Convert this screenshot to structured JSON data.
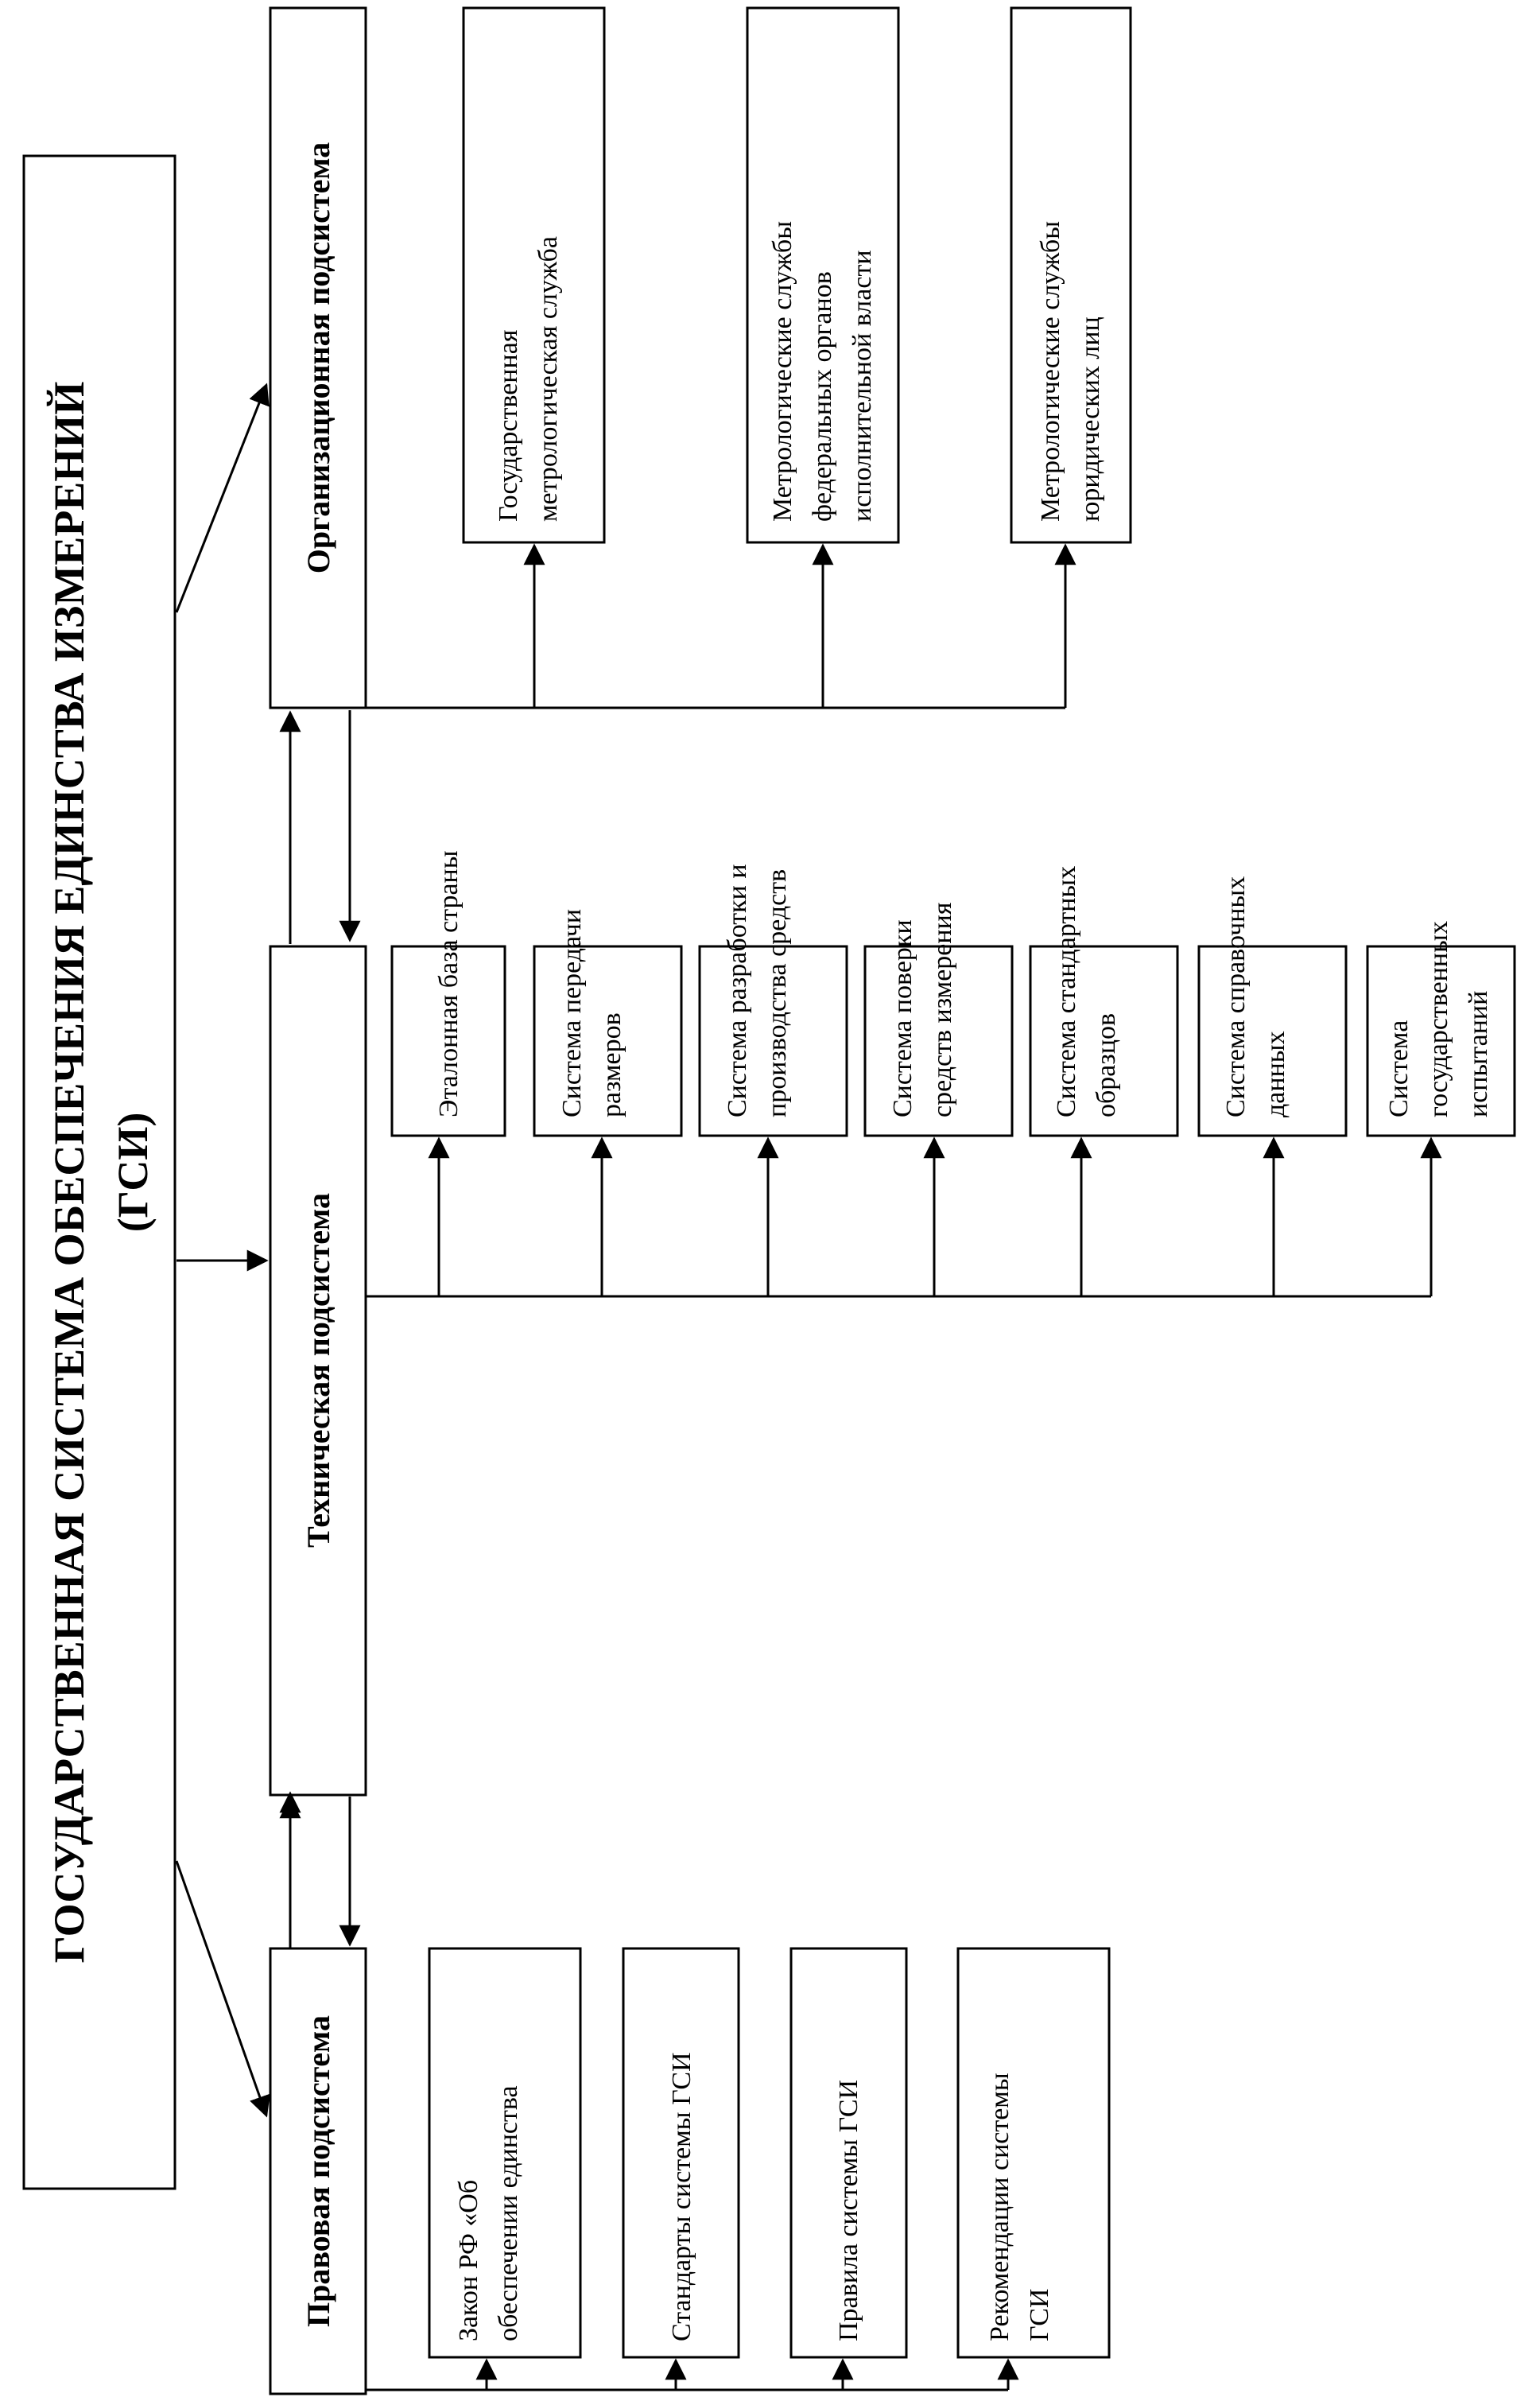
{
  "title": {
    "line1": "ГОСУДАРСТВЕННАЯ СИСТЕМА ОБЕСПЕЧЕНИЯ ЕДИНСТВА  ИЗМЕРЕНИЙ",
    "line2": "(ГСИ)"
  },
  "subsystems": {
    "legal": {
      "label": "Правовая подсистема",
      "items": [
        [
          "Закон РФ «Об",
          "обеспечении единства"
        ],
        [
          "Стандарты системы ГСИ"
        ],
        [
          "Правила системы ГСИ"
        ],
        [
          "Рекомендации системы",
          "ГСИ"
        ]
      ]
    },
    "technical": {
      "label": "Техническая подсистема",
      "items": [
        [
          "Эталонная база страны"
        ],
        [
          "Система передачи",
          "размеров"
        ],
        [
          "Система разработки  и",
          "производства средств"
        ],
        [
          "Система поверки",
          "средств измерения"
        ],
        [
          "Система стандартных",
          "образцов"
        ],
        [
          "Система справочных",
          "данных"
        ],
        [
          "Система",
          "государственных",
          "испытаний"
        ]
      ]
    },
    "organizational": {
      "label": "Организационная подсистема",
      "items": [
        [
          "Государственная",
          "метрологическая служба"
        ],
        [
          "Метрологические службы",
          "федеральных органов",
          "исполнительной власти"
        ],
        [
          "Метрологические службы",
          "юридических лиц"
        ]
      ]
    }
  }
}
